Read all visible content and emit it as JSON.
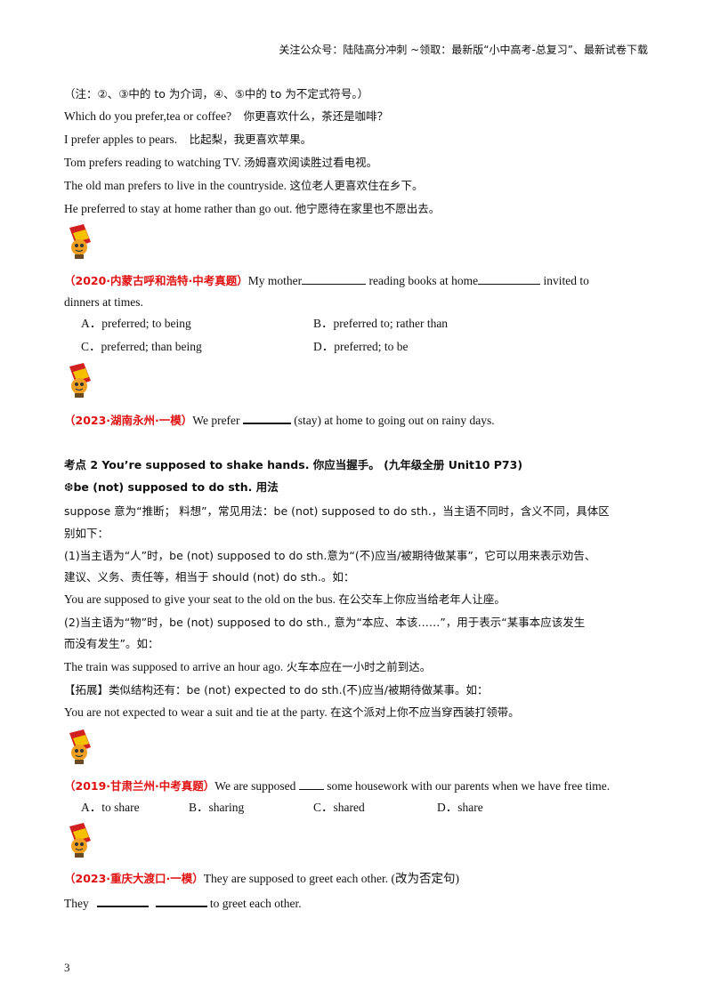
{
  "header": {
    "text": "关注公众号：陆陆高分冲刺  ~领取：最新版“小中高考-总复习”、最新试卷下载"
  },
  "note": "（注：②、③中的 to 为介词，④、⑤中的 to 为不定式符号。）",
  "examples1": [
    {
      "en": "Which do you prefer,tea or coffee?",
      "cn": "你更喜欢什么，茶还是咖啡？"
    },
    {
      "en": "I prefer apples to pears.",
      "cn": "比起梨，我更喜欢苹果。"
    },
    {
      "en": "Tom prefers reading to watching TV.",
      "cn": "汤姆喜欢阅读胜过看电视。"
    },
    {
      "en": "The old man prefers to live in the countryside.",
      "cn": "这位老人更喜欢住在乡下。"
    },
    {
      "en": "He preferred to stay at home rather than go out.",
      "cn": "他宁愿待在家里也不愿出去。"
    }
  ],
  "q1": {
    "source": "（2020·内蒙古呼和浩特·中考真题）",
    "text_a": "My mother",
    "text_b": "reading books at home",
    "text_c": "invited to",
    "text_d": "dinners at times.",
    "options": [
      "A．preferred; to being",
      "B．preferred to; rather than",
      "C．preferred; than being",
      "D．preferred; to be"
    ]
  },
  "q2": {
    "source": "（2023·湖南永州·一模）",
    "text_a": "We prefer",
    "text_b": "(stay) at home to going out on rainy days."
  },
  "section2": {
    "title": "考点 2 You’re supposed to shake hands. 你应当握手。 (九年级全册 Unit10 P73)",
    "subtitle": "❆be (not) supposed to do sth. 用法",
    "p1a": "suppose 意为“推断； 料想”，常见用法：be (not) supposed to do sth.，当主语不同时，含义不同，具体区",
    "p1b": "别如下：",
    "p2a": "(1)当主语为“人”时，be (not) supposed to do sth.意为“(不)应当/被期待做某事”，它可以用来表示劝告、",
    "p2b": "建议、义务、责任等，相当于  should (not) do sth.。如：",
    "ex1_en": "You are supposed to give your seat to the old on the bus.",
    "ex1_cn": "在公交车上你应当给老年人让座。",
    "p3a": "(2)当主语为“物”时，be (not) supposed to do sth.,   意为“本应、本该……”，用于表示“某事本应该发生",
    "p3b": "而没有发生”。如：",
    "ex2_en": "The train was supposed to arrive an hour ago.",
    "ex2_cn": "火车本应在一小时之前到达。",
    "ext": "【拓展】类似结构还有：be (not) expected to do sth.(不)应当/被期待做某事。如：",
    "ex3_en": "You are not expected to wear a suit and tie at the party.",
    "ex3_cn": "在这个派对上你不应当穿西装打领带。"
  },
  "q3": {
    "source": "（2019·甘肃兰州·中考真题）",
    "text_a": "We are supposed",
    "text_b": "some housework with our parents when we have free time.",
    "options": [
      "A．to share",
      "B．sharing",
      "C．shared",
      "D．share"
    ]
  },
  "q4": {
    "source": "（2023·重庆大渡口·一模）",
    "text": "They are supposed to greet each other. (改为否定句)",
    "ans_a": "They",
    "ans_b": "to greet each other."
  },
  "page_number": "3",
  "colors": {
    "accent_red": "#e01010",
    "text": "#111111"
  },
  "icons": [
    "pencil-mascot-icon"
  ]
}
